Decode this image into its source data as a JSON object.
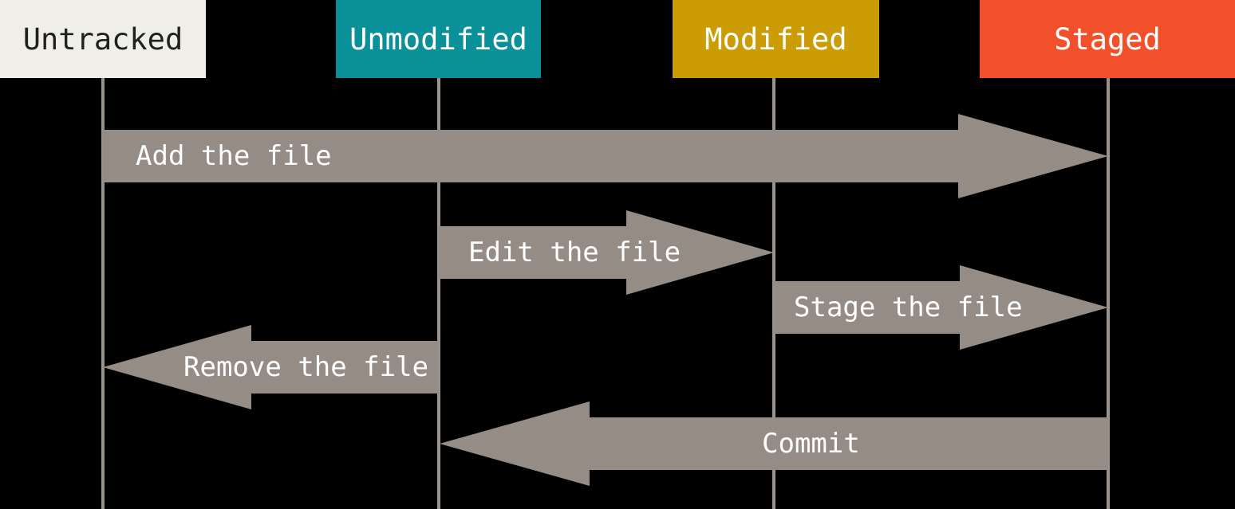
{
  "diagram": {
    "type": "state-lifecycle",
    "background_color": "#000000",
    "arrow_color": "#958d85",
    "lifeline_color": "#9a938c"
  },
  "states": [
    {
      "label": "Untracked",
      "fill": "#f0efe7",
      "text_color": "#21211c"
    },
    {
      "label": "Unmodified",
      "fill": "#0a9098",
      "text_color": "#ffffff"
    },
    {
      "label": "Modified",
      "fill": "#cb9c04",
      "text_color": "#ffffff"
    },
    {
      "label": "Staged",
      "fill": "#f2502b",
      "text_color": "#ffffff"
    }
  ],
  "transitions": [
    {
      "label": "Add the file",
      "from": "Untracked",
      "to": "Staged",
      "direction": "right"
    },
    {
      "label": "Edit the file",
      "from": "Unmodified",
      "to": "Modified",
      "direction": "right"
    },
    {
      "label": "Stage the file",
      "from": "Modified",
      "to": "Staged",
      "direction": "right"
    },
    {
      "label": "Remove the file",
      "from": "Unmodified",
      "to": "Untracked",
      "direction": "left"
    },
    {
      "label": "Commit",
      "from": "Staged",
      "to": "Unmodified",
      "direction": "left"
    }
  ]
}
